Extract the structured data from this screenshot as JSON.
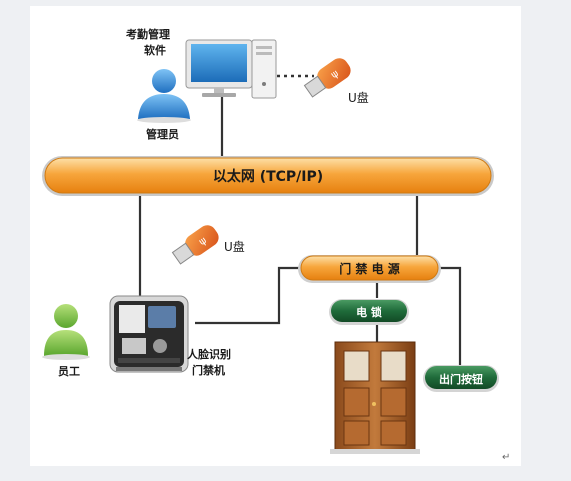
{
  "admin": {
    "software_line1": "考勤管理",
    "software_line2": "软件",
    "role": "管理员"
  },
  "usb_top": {
    "label": "U盘"
  },
  "usb_mid": {
    "label": "U盘"
  },
  "network": {
    "label": "以太网 (TCP/IP)"
  },
  "power": {
    "label": "门 禁 电 源"
  },
  "lock": {
    "label": "电 锁"
  },
  "exit_button": {
    "label": "出门按钮"
  },
  "employee": {
    "label": "员工"
  },
  "terminal": {
    "line1": "人脸识别",
    "line2": "门禁机"
  },
  "footer_mark": "↵",
  "colors": {
    "bar_orange": "#f39a2c",
    "pill_green": "#1f6b3a",
    "person_blue": "#2f86d8",
    "person_green": "#7cc04a"
  }
}
